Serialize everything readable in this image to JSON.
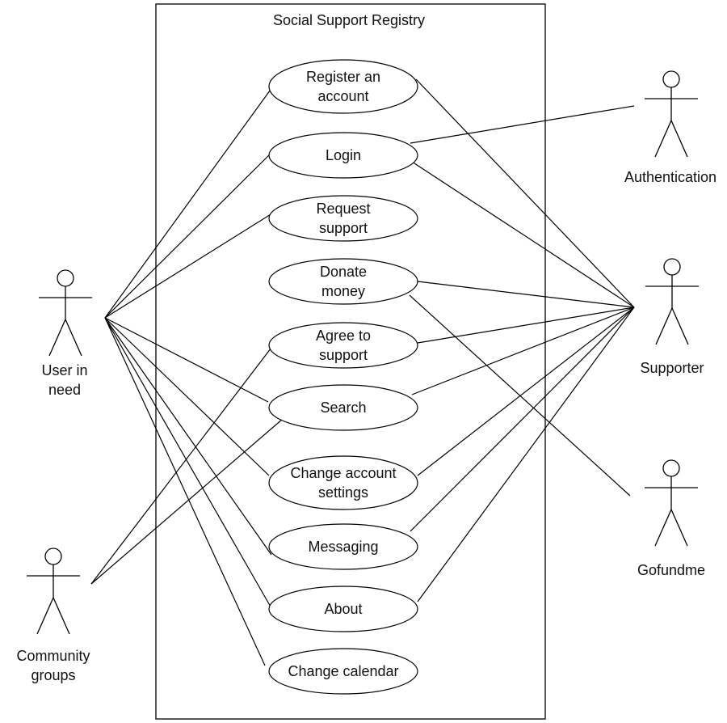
{
  "system": {
    "title": "Social Support Registry"
  },
  "use_cases": [
    {
      "id": "register",
      "label": "Register an\naccount"
    },
    {
      "id": "login",
      "label": "Login"
    },
    {
      "id": "request",
      "label": "Request\nsupport"
    },
    {
      "id": "donate",
      "label": "Donate\nmoney"
    },
    {
      "id": "agree",
      "label": "Agree to\nsupport"
    },
    {
      "id": "search",
      "label": "Search"
    },
    {
      "id": "settings",
      "label": "Change account\nsettings"
    },
    {
      "id": "messaging",
      "label": "Messaging"
    },
    {
      "id": "about",
      "label": "About"
    },
    {
      "id": "calendar",
      "label": "Change calendar"
    }
  ],
  "actors": [
    {
      "id": "user",
      "label": "User in\nneed"
    },
    {
      "id": "community",
      "label": "Community\ngroups"
    },
    {
      "id": "auth",
      "label": "Authentication"
    },
    {
      "id": "supporter",
      "label": "Supporter"
    },
    {
      "id": "gofundme",
      "label": "Gofundme"
    }
  ],
  "associations": [
    [
      "user",
      "register"
    ],
    [
      "user",
      "login"
    ],
    [
      "user",
      "request"
    ],
    [
      "user",
      "search"
    ],
    [
      "user",
      "settings"
    ],
    [
      "user",
      "messaging"
    ],
    [
      "user",
      "about"
    ],
    [
      "user",
      "calendar"
    ],
    [
      "community",
      "agree"
    ],
    [
      "community",
      "search"
    ],
    [
      "auth",
      "login"
    ],
    [
      "supporter",
      "register"
    ],
    [
      "supporter",
      "login"
    ],
    [
      "supporter",
      "donate"
    ],
    [
      "supporter",
      "agree"
    ],
    [
      "supporter",
      "search"
    ],
    [
      "supporter",
      "settings"
    ],
    [
      "supporter",
      "messaging"
    ],
    [
      "supporter",
      "about"
    ],
    [
      "gofundme",
      "donate"
    ]
  ],
  "colors": {
    "stroke": "#000000",
    "fill": "#ffffff",
    "text": "#111111"
  }
}
